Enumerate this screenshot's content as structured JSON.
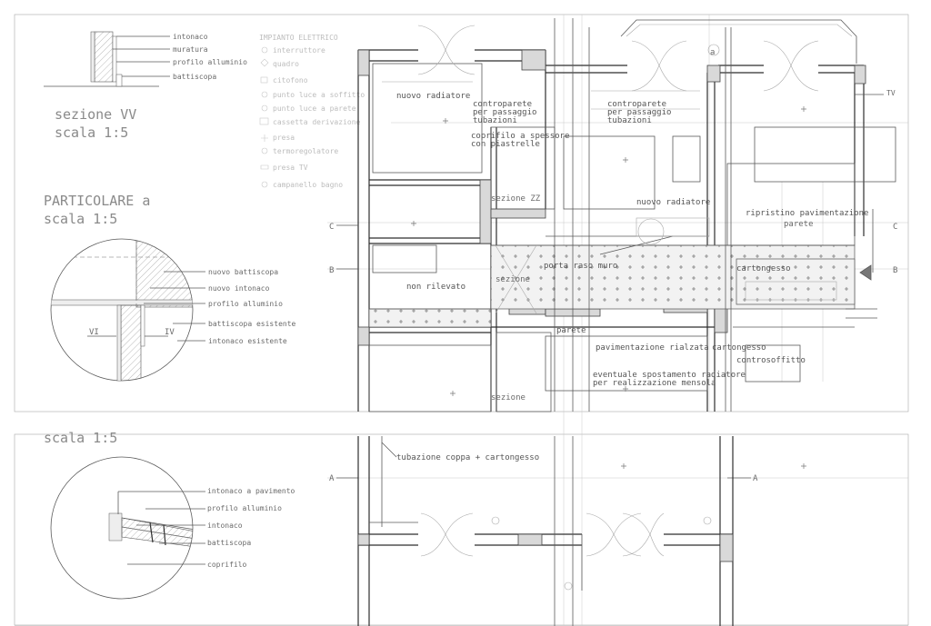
{
  "top_detail": {
    "labels": [
      "intonaco",
      "muratura",
      "profilo alluminio",
      "battiscopa"
    ],
    "title": "sezione VV",
    "scale": "scala 1:5"
  },
  "legend": {
    "title": "IMPIANTO ELETTRICO",
    "items": [
      "interruttore",
      "quadro",
      "citofono",
      "punto luce a soffitto",
      "punto luce a parete",
      "cassetta derivazione",
      "presa",
      "termoregolatore",
      "presa TV",
      "campanello bagno"
    ]
  },
  "particolare_a": {
    "title": "PARTICOLARE a",
    "scale": "scala 1:5",
    "labels": [
      "nuovo battiscopa",
      "nuovo intonaco",
      "profilo alluminio",
      "battiscopa esistente",
      "intonaco esistente"
    ],
    "marks": [
      "VI",
      "IV"
    ]
  },
  "bottom_detail": {
    "scale": "scala 1:5",
    "labels": [
      "intonaco a pavimento",
      "profilo alluminio",
      "intonaco",
      "battiscopa",
      "coprifilo"
    ]
  },
  "plan": {
    "notes": {
      "nuovo_radiatore_1": "nuovo radiatore",
      "controparete_1a": "controparete",
      "controparete_1b": "per passaggio",
      "controparete_1c": "tubazioni",
      "controparete_2a": "controparete",
      "controparete_2b": "per passaggio",
      "controparete_2c": "tubazioni",
      "coprifilo_a": "coprifilo a spessore",
      "coprifilo_b": "con piastrelle",
      "sezione_1": "sezione ZZ",
      "nuovo_radiatore_2": "nuovo radiatore",
      "ripristino": "ripristino pavimentazione",
      "parete": "parete",
      "cartongesso_1": "cartongesso",
      "non_rilevato": "non rilevato",
      "porta": "porta raso muro",
      "sezione_2": "sezione",
      "parete_2": "parete",
      "pavimentazione": "pavimentazione rialzata",
      "eventuale_a": "eventuale spostamento radiatore",
      "eventuale_b": "per realizzazione mensola",
      "cartongesso_2": "cartongesso",
      "controsoffitto": "controsoffitto",
      "sezione_3": "sezione",
      "tubazione": "tubazione coppa + cartongesso"
    },
    "axis_marks": [
      "C",
      "B",
      "A",
      "A",
      "C",
      "B",
      "a",
      "TV"
    ]
  }
}
